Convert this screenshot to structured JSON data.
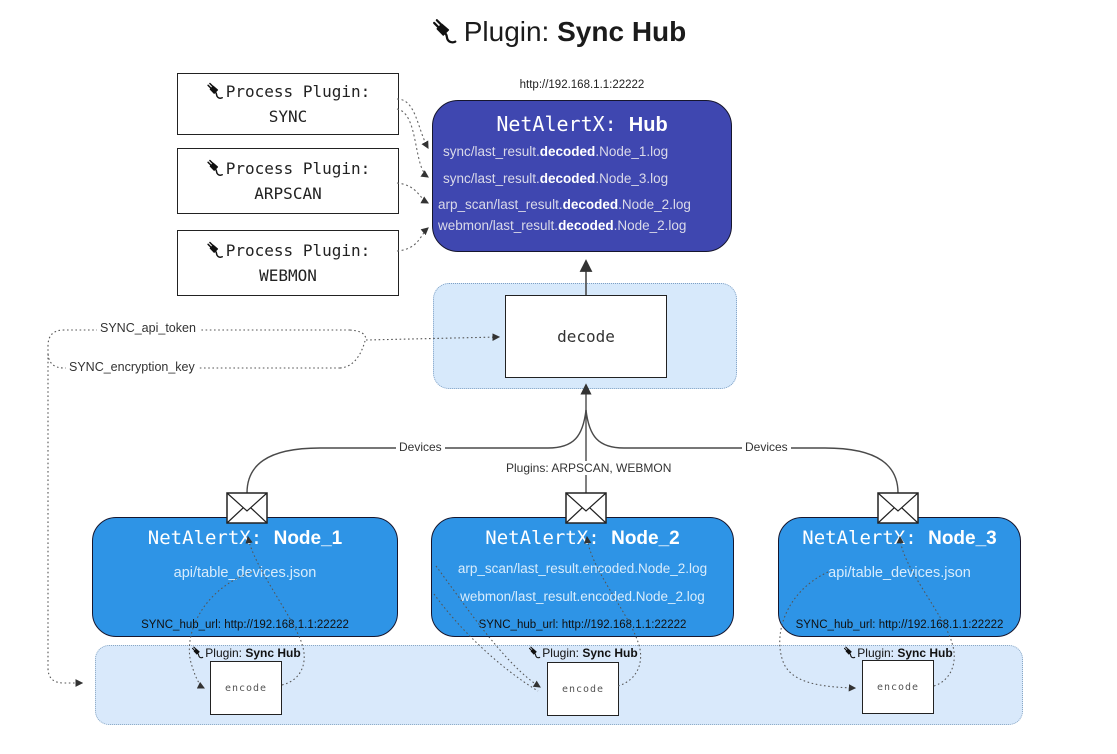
{
  "title": {
    "prefix": "Plugin:",
    "name": "Sync Hub"
  },
  "hub": {
    "url": "http://192.168.1.1:22222",
    "title_prefix": "NetAlertX:",
    "title_name": "Hub",
    "files": [
      {
        "pre": "sync/last_result.",
        "bold": "decoded",
        "post": ".Node_1.log"
      },
      {
        "pre": "sync/last_result.",
        "bold": "decoded",
        "post": ".Node_3.log"
      },
      {
        "pre": "arp_scan/last_result.",
        "bold": "decoded",
        "post": ".Node_2.log"
      },
      {
        "pre": "webmon/last_result.",
        "bold": "decoded",
        "post": ".Node_2.log"
      }
    ]
  },
  "process_plugins": [
    {
      "label": "Process Plugin:",
      "name": "SYNC"
    },
    {
      "label": "Process Plugin:",
      "name": "ARPSCAN"
    },
    {
      "label": "Process Plugin:",
      "name": "WEBMON"
    }
  ],
  "decode": {
    "label": "decode"
  },
  "keys": {
    "api_token_label": "SYNC_api_token",
    "encryption_key_label": "SYNC_encryption_key"
  },
  "edge_labels": {
    "devices_left": "Devices",
    "plugins_center": "Plugins: ARPSCAN, WEBMON",
    "devices_right": "Devices"
  },
  "nodes": [
    {
      "title_prefix": "NetAlertX:",
      "title_name": "Node_1",
      "files": [
        "api/table_devices.json"
      ],
      "hub_url": "SYNC_hub_url: http://192.168.1.1:22222"
    },
    {
      "title_prefix": "NetAlertX:",
      "title_name": "Node_2",
      "files": [
        "arp_scan/last_result.encoded.Node_2.log",
        "webmon/last_result.encoded.Node_2.log"
      ],
      "hub_url": "SYNC_hub_url: http://192.168.1.1:22222"
    },
    {
      "title_prefix": "NetAlertX:",
      "title_name": "Node_3",
      "files": [
        "api/table_devices.json"
      ],
      "hub_url": "SYNC_hub_url: http://192.168.1.1:22222"
    }
  ],
  "encoders": [
    {
      "label": "Plugin:",
      "name": "Sync Hub",
      "box_label": "encode"
    },
    {
      "label": "Plugin:",
      "name": "Sync Hub",
      "box_label": "encode"
    },
    {
      "label": "Plugin:",
      "name": "Sync Hub",
      "box_label": "encode"
    }
  ],
  "colors": {
    "hub_fill": "#3F47B0",
    "node_fill": "#2E94E6",
    "container_fill": "#D7E9FB",
    "border_dark": "#16162E"
  }
}
